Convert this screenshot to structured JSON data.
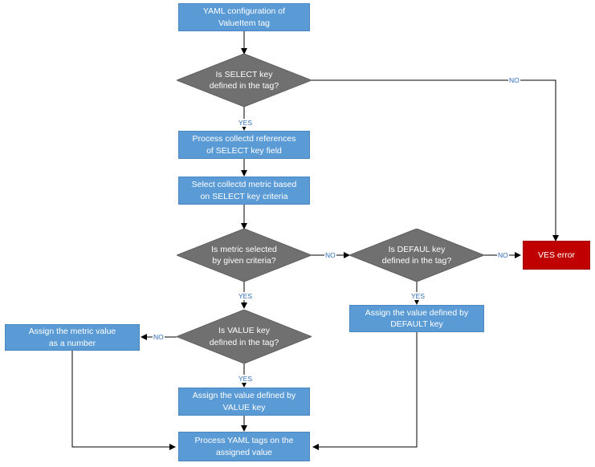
{
  "nodes": {
    "yaml_config": "YAML configuration of\nValueItem tag",
    "select_key_q": "Is SELECT key\ndefined in the tag?",
    "process_refs": "Process collectd references\nof SELECT key field",
    "select_metric": "Select collectd metric based\non SELECT key criteria",
    "metric_selected_q": "Is metric selected\nby given criteria?",
    "default_key_q": "Is DEFAUL key\ndefined in the tag?",
    "ves_error": "VES error",
    "assign_default": "Assign the value defined by\nDEFAULT key",
    "assign_number": "Assign the metric value\nas a number",
    "value_key_q": "Is VALUE key\ndefined in the tag?",
    "assign_value": "Assign the value defined by\nVALUE key",
    "process_yaml": "Process YAML tags on the\nassigned value"
  },
  "edge_labels": {
    "select_no": "NO",
    "select_yes": "YES",
    "metric_no": "NO",
    "default_no": "NO",
    "metric_yes": "YES",
    "default_yes": "YES",
    "value_no": "NO",
    "value_yes": "YES"
  },
  "colors": {
    "process": "#5b9bd5",
    "decision": "#707070",
    "error": "#c00000",
    "arrow": "#000000",
    "edge_label": "#2f6db5"
  }
}
